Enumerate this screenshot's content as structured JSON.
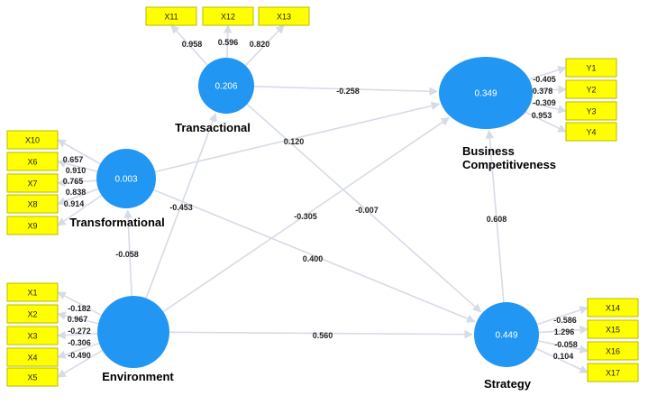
{
  "colors": {
    "latent_fill": "#2196f3",
    "indicator_fill": "#ffff00",
    "path_color": "#d6dbe6"
  },
  "latents": {
    "transactional": {
      "name_lines": [
        "Transactional"
      ],
      "value": "0.206"
    },
    "transformational": {
      "name_lines": [
        "Transformational"
      ],
      "value": "0.003"
    },
    "environment": {
      "name_lines": [
        "Environment"
      ],
      "value": ""
    },
    "business": {
      "name_lines": [
        "Business",
        "Competitiveness"
      ],
      "value": "0.349"
    },
    "strategy": {
      "name_lines": [
        "Strategy"
      ],
      "value": "0.449"
    }
  },
  "indicators": {
    "transactional": [
      {
        "label": "X11",
        "loading": "0.958"
      },
      {
        "label": "X12",
        "loading": "0.596"
      },
      {
        "label": "X13",
        "loading": "0.820"
      }
    ],
    "transformational": [
      {
        "label": "X10",
        "loading": "0.657"
      },
      {
        "label": "X6",
        "loading": "0.910"
      },
      {
        "label": "X7",
        "loading": "0.765"
      },
      {
        "label": "X8",
        "loading": "0.838"
      },
      {
        "label": "X9",
        "loading": "0.914"
      }
    ],
    "environment": [
      {
        "label": "X1",
        "loading": "-0.182"
      },
      {
        "label": "X2",
        "loading": "0.967"
      },
      {
        "label": "X3",
        "loading": "-0.272"
      },
      {
        "label": "X4",
        "loading": "-0.306"
      },
      {
        "label": "X5",
        "loading": "-0.490"
      }
    ],
    "business": [
      {
        "label": "Y1",
        "loading": "-0.405"
      },
      {
        "label": "Y2",
        "loading": "0.378"
      },
      {
        "label": "Y3",
        "loading": "-0.309"
      },
      {
        "label": "Y4",
        "loading": "0.953"
      }
    ],
    "strategy": [
      {
        "label": "X14",
        "loading": "-0.586"
      },
      {
        "label": "X15",
        "loading": "1.296"
      },
      {
        "label": "X16",
        "loading": "-0.058"
      },
      {
        "label": "X17",
        "loading": "0.104"
      }
    ]
  },
  "paths": [
    {
      "from": "transactional",
      "to": "business",
      "coef": "-0.258"
    },
    {
      "from": "transformational",
      "to": "business",
      "coef": "0.120"
    },
    {
      "from": "transactional",
      "to": "strategy",
      "coef": "-0.007"
    },
    {
      "from": "transformational",
      "to": "strategy",
      "coef": "0.400"
    },
    {
      "from": "environment",
      "to": "transactional",
      "coef": "-0.453"
    },
    {
      "from": "environment",
      "to": "transformational",
      "coef": "-0.058"
    },
    {
      "from": "environment",
      "to": "business",
      "coef": "-0.305"
    },
    {
      "from": "environment",
      "to": "strategy",
      "coef": "0.560"
    },
    {
      "from": "strategy",
      "to": "business",
      "coef": "0.608"
    }
  ]
}
